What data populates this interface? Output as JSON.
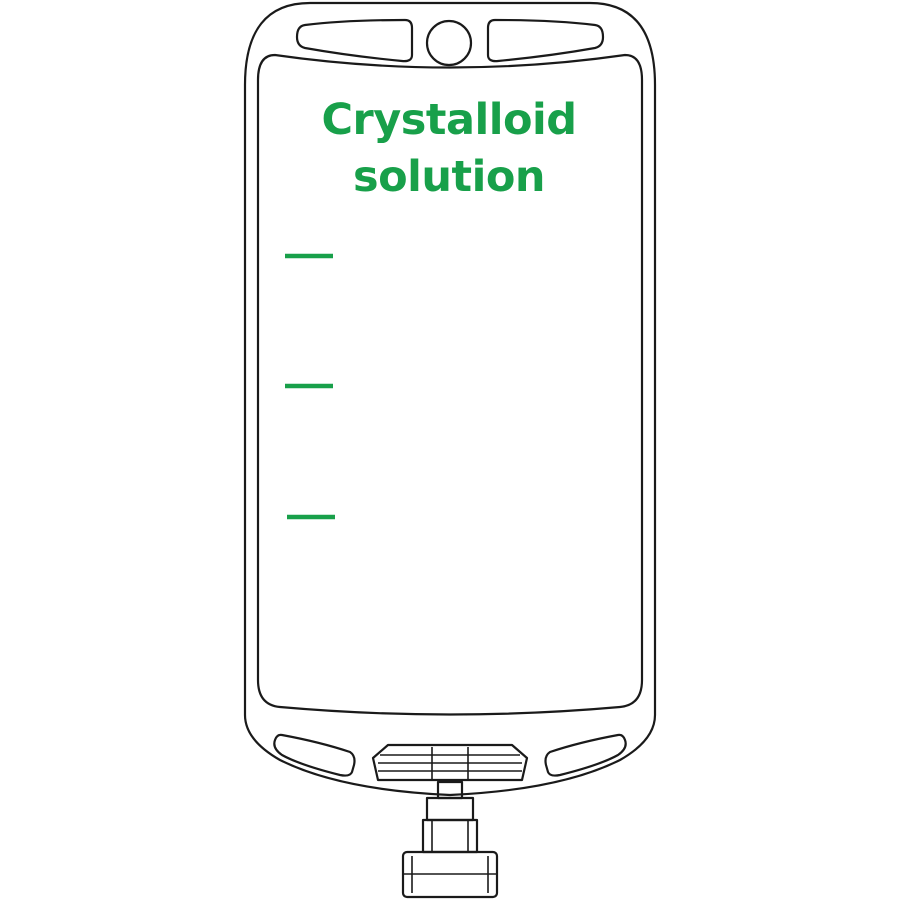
{
  "label": {
    "line1": "Crystalloid",
    "line2": "solution",
    "color": "#18a04a"
  },
  "graduation_mark_count": 3,
  "colors": {
    "outline": "#1a1a1a",
    "marks": "#18a04a",
    "background": "#ffffff"
  }
}
